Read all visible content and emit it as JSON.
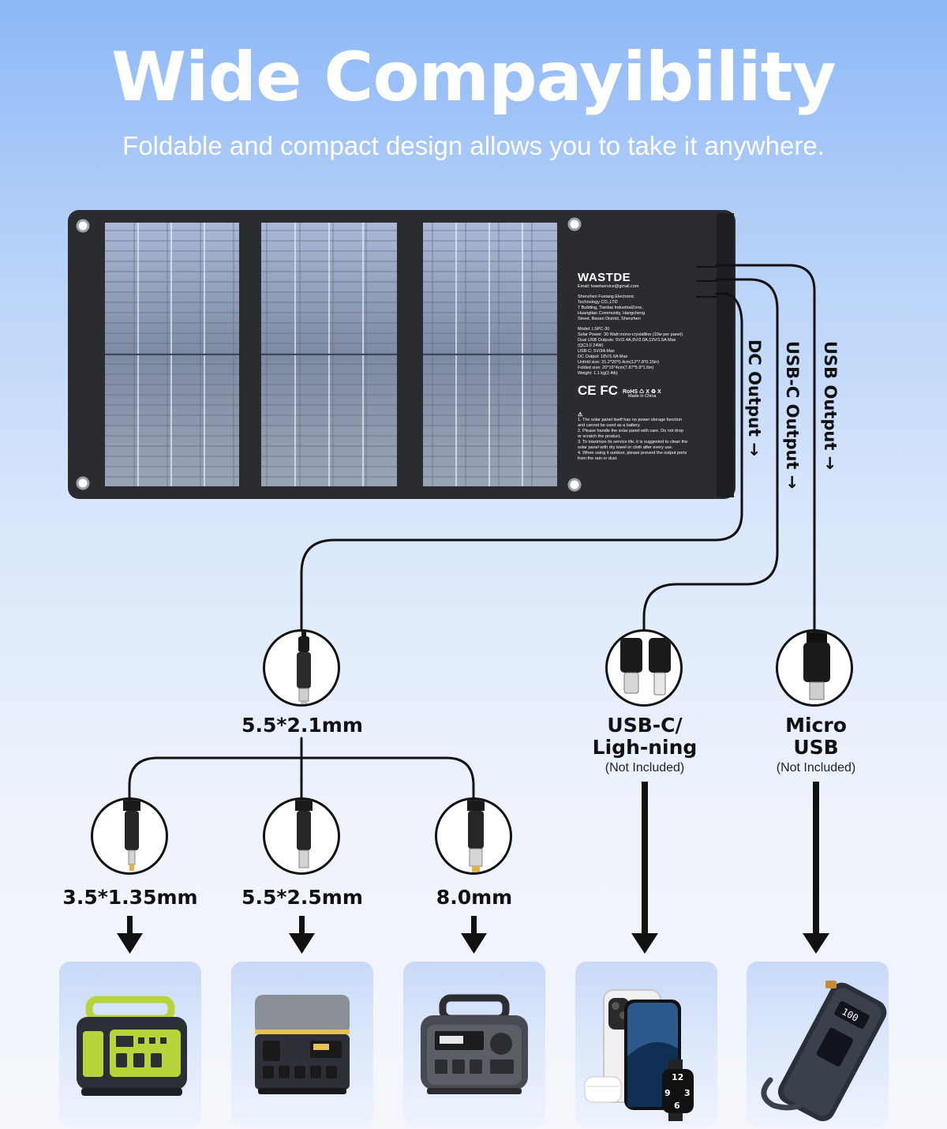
{
  "header": {
    "title": "Wide Compayibility",
    "subtitle": "Foldable and compact design allows you to take it anywhere."
  },
  "panel": {
    "brand": "WASTDE",
    "email": "Email: tvwelservice@gmail.com",
    "company_lines": [
      "Shenzhen Fuxiang Electronic",
      "Technology CO.,LTD",
      "7 Building, Tianbai IndustrialZone,",
      "Huangtian Community, Hangcheng",
      "Street, Baoan District, Shenzhen"
    ],
    "spec_lines": [
      "Model: LSPC-30",
      "Solar Power: 30 Watt mono-crystalline (10w per panel)",
      "Dual USB Outputs: 5V/2.4A,9V/2.0A,12V/1.5A Max (QC3.0 24W)",
      "USB-C: 5V/3A Max",
      "DC Output: 18V/1.6A Max",
      "Unfold size: 31.2*20*0.4cm(12*7.8*0.15in)",
      "Folded size: 20*15*4cm(7.87*5.9*1.5in)",
      "Weight: 1.1 kg(2.4lb)"
    ],
    "marks": "CE FC",
    "marks_small": "RoHS ♺ X ♻ X",
    "made_in": "Made in China",
    "warning_lines": [
      "1. The solar panel itself has no power storage function and cannot be used as a battery.",
      "2. Please handle the solar panel with care. Do not drop or scratch the product.",
      "3. To maximize its service life, it is suggested to clean the solar panel with dry towel or cloth after every use.",
      "4. When using it outdoor, please prevent the output ports from the rain or dust."
    ]
  },
  "outputs": {
    "dc": "DC Output →",
    "usbc": "USB-C Output →",
    "usb": "USB Output →"
  },
  "connectors": {
    "dc_main": "5.5*2.1mm",
    "usbc_lightning": "USB-C/\nLigh-ning",
    "usbc_note": "(Not Included)",
    "micro_usb": "Micro\nUSB",
    "micro_note": "(Not Included)",
    "dc_a": "3.5*1.35mm",
    "dc_b": "5.5*2.5mm",
    "dc_c": "8.0mm"
  },
  "devices": [
    {
      "name": "green-portable-power-station"
    },
    {
      "name": "grey-gold-power-station"
    },
    {
      "name": "dark-grey-power-station"
    },
    {
      "name": "phone-earbuds-watch"
    },
    {
      "name": "power-bank"
    }
  ],
  "device_display": {
    "watch_hour_12": "12",
    "watch_hour_9": "9",
    "watch_hour_3": "3",
    "watch_hour_6": "6",
    "bank_display": "100"
  }
}
